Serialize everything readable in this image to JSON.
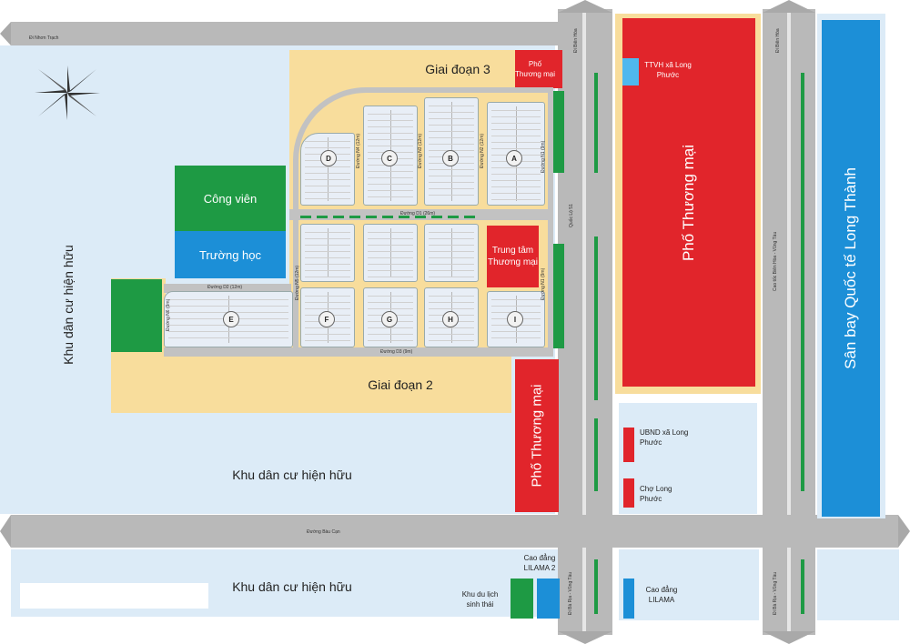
{
  "labels": {
    "di_nhon_trach": "Đi Nhơn Trạch",
    "giai_doan_3": "Giai đoạn 3",
    "giai_doan_2": "Giai đoạn 2",
    "pho_thuong_mai_small": "Phố Thương mại",
    "pho_thuong_mai_red": "Phố Thương mại",
    "pho_thuong_mai_big": "Phố Thương mại",
    "ttvh": "TTVH xã Long Phước",
    "cong_vien": "Công viên",
    "truong_hoc": "Trường học",
    "trung_tam_thuong_mai": "Trung tâm Thương mại",
    "khu_dan_cu_left": "Khu dân cư hiện hữu",
    "khu_dan_cu_mid": "Khu dân cư hiện hữu",
    "khu_dan_cu_bottom": "Khu dân cư hiện hữu",
    "san_bay": "Sân bay Quốc tế Long Thành",
    "ubnd": "UBND xã Long Phước",
    "cho": "Chợ Long Phước",
    "cao_dang_lilama2": "Cao đẳng LILAMA 2",
    "cao_dang_lilama": "Cao đẳng LILAMA",
    "khu_du_lich": "Khu du lịch sinh thái",
    "duong_bau_can": "Đường Bàu Cạn",
    "di_bien_hoa_1": "Đi Biên Hòa",
    "di_bien_hoa_2": "Đi Biên Hòa",
    "quoc_lo_51": "Quốc Lộ 51",
    "cao_toc": "Cao tốc Biên Hòa - Vũng Tàu",
    "di_ba_ria_1": "Đi Bà Rịa - Vũng Tàu",
    "di_ba_ria_2": "Đi Bà Rịa - Vũng Tàu",
    "duong_d1": "Đường D1 (26m)",
    "duong_d2": "Đường D2 (12m)",
    "duong_d3": "Đường D3 (9m)",
    "duong_n1_top": "Đường N1 (9m)",
    "duong_n1_bot": "Đường N1 (9m)",
    "duong_n2": "Đường N2 (12m)",
    "duong_n3": "Đường N3 (12m)",
    "duong_n4": "Đường N4 (12m)",
    "duong_n5": "Đường N5 (12m)",
    "duong_n6": "Đường N6 (9m)",
    "block_a": "A",
    "block_b": "B",
    "block_c": "C",
    "block_d": "D",
    "block_e": "E",
    "block_f": "F",
    "block_g": "G",
    "block_h": "H",
    "block_i": "I"
  },
  "colors": {
    "road": "#b9b9b9",
    "residential": "#dcebf7",
    "phase": "#f8dd9c",
    "commercial": "#e1252b",
    "park": "#1e9a44",
    "school": "#1c8fd7"
  },
  "icons": [
    "compass-icon",
    "arrow-up-icon",
    "arrow-down-icon",
    "arrow-left-icon",
    "arrow-right-icon"
  ]
}
